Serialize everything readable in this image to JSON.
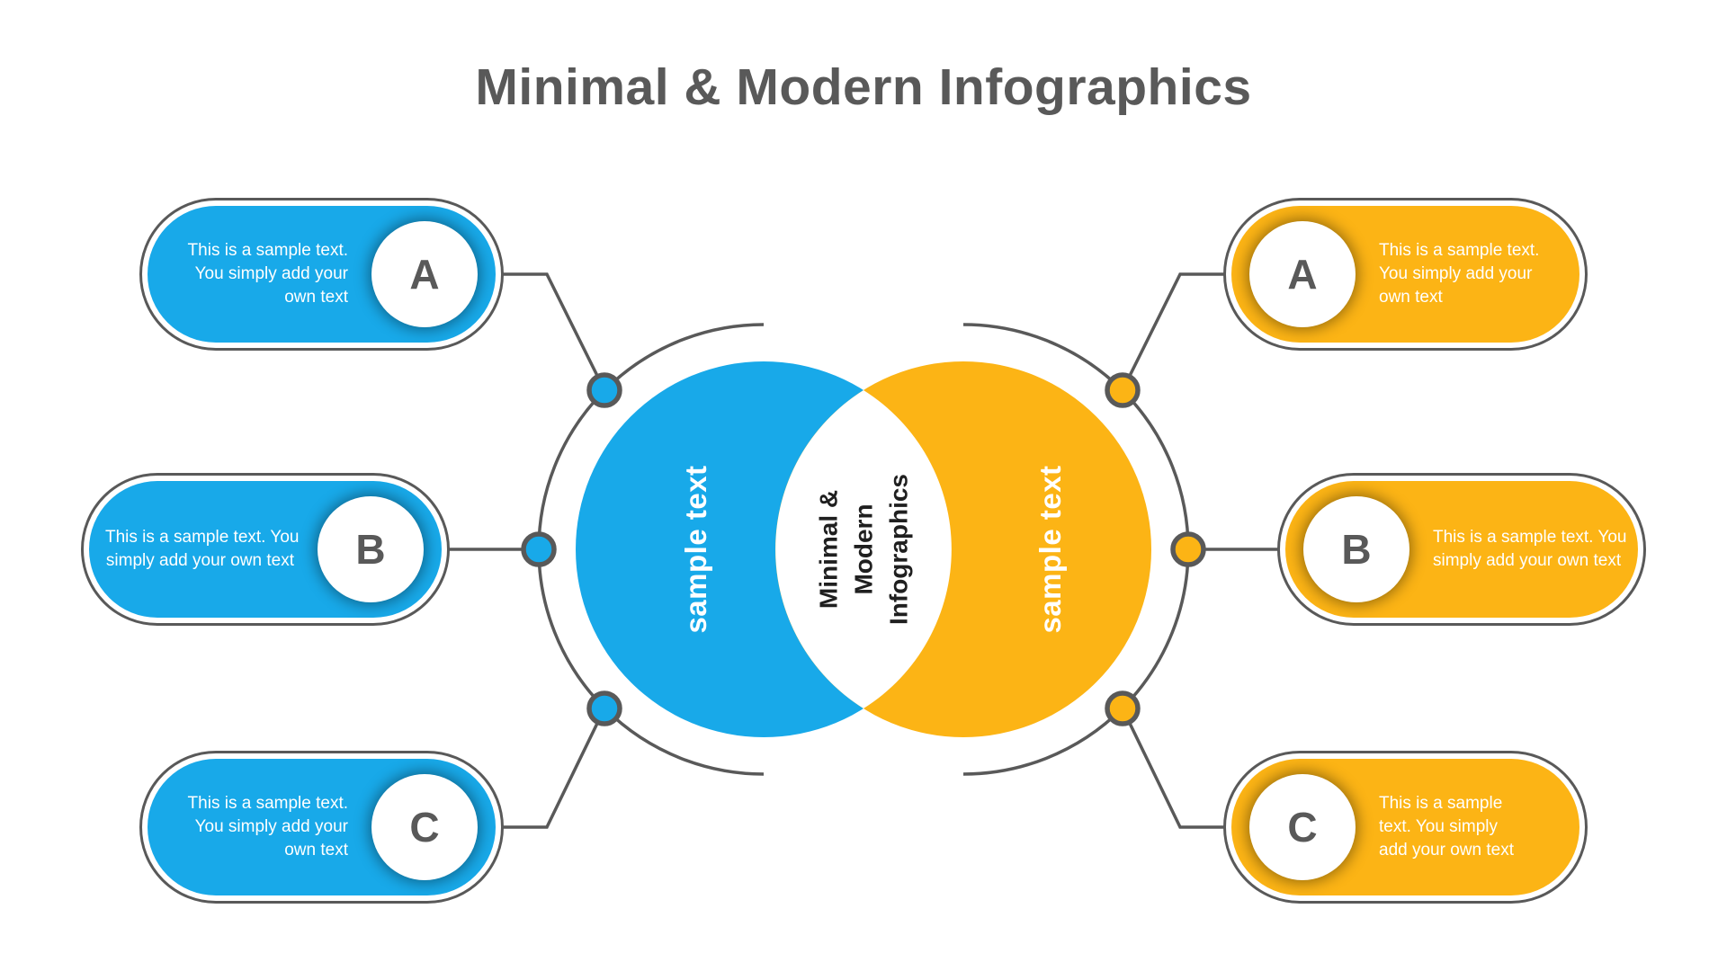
{
  "title": "Minimal & Modern Infographics",
  "colors": {
    "blue": "#18A9E9",
    "yellow": "#FCB415",
    "outline": "#595959",
    "title": "#595959",
    "pill_text": "#FFFFFF",
    "badge_letter": "#595959",
    "overlap_text": "#1F1F1F",
    "background": "#FFFFFF"
  },
  "center": {
    "left_circle_label": "sample text",
    "right_circle_label": "sample text",
    "overlap_lines": [
      "Minimal &",
      "Modern",
      "Infographics"
    ]
  },
  "pills": {
    "left": [
      {
        "letter": "A",
        "lines": [
          "This is a sample text.",
          "You simply add your",
          "own text"
        ]
      },
      {
        "letter": "B",
        "lines": [
          "This is a sample text. You",
          "simply add your own text"
        ]
      },
      {
        "letter": "C",
        "lines": [
          "This is a sample text.",
          "You simply add your",
          "own text"
        ]
      }
    ],
    "right": [
      {
        "letter": "A",
        "lines": [
          "This is a sample text.",
          "You simply add your",
          "own text"
        ]
      },
      {
        "letter": "B",
        "lines": [
          "This is a sample text. You",
          "simply add your own text"
        ]
      },
      {
        "letter": "C",
        "lines": [
          "This is a sample",
          "text. You simply",
          "add your own text"
        ]
      }
    ]
  }
}
